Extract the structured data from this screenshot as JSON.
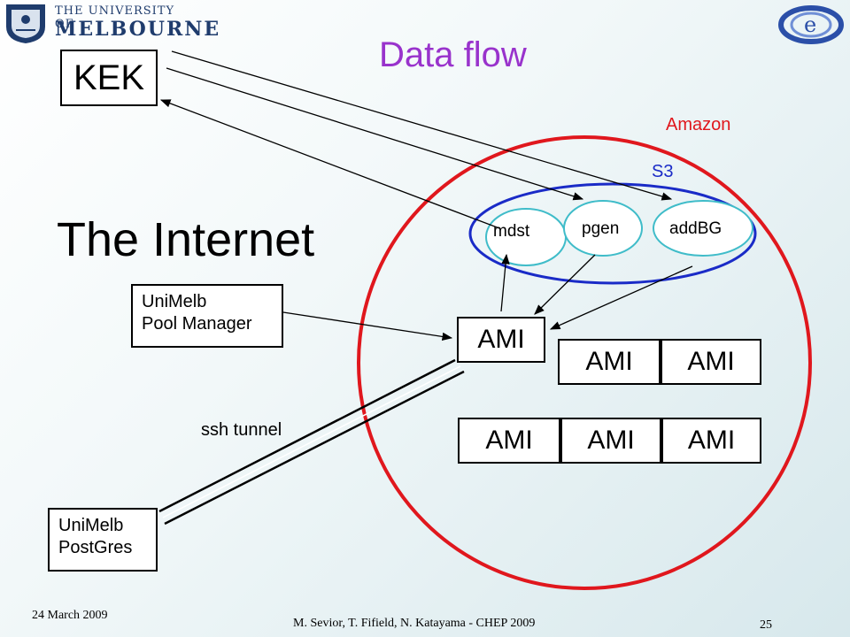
{
  "header": {
    "university_line1": "THE UNIVERSITY OF",
    "university_line2": "MELBOURNE",
    "title": "Data flow"
  },
  "diagram": {
    "kek_label": "KEK",
    "internet_label": "The Internet",
    "amazon_label": "Amazon",
    "s3_label": "S3",
    "nodes": {
      "mdst": "mdst",
      "pgen": "pgen",
      "addbg": "addBG"
    },
    "pool_manager_label": "UniMelb\nPool Manager",
    "postgres_label": "UniMelb\nPostGres",
    "ssh_tunnel_label": "ssh tunnel",
    "ami_label": "AMI",
    "colors": {
      "amazon": "#e0171d",
      "s3": "#1a2bc7",
      "node_border": "#3fbcc9",
      "title": "#9933cc"
    }
  },
  "footer": {
    "date": "24 March 2009",
    "authors": "M. Sevior, T. Fifield, N. Katayama - CHEP 2009",
    "page_number": "25"
  }
}
